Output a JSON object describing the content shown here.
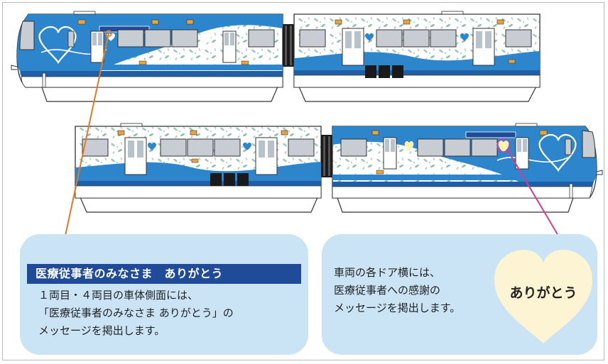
{
  "callouts": {
    "left": {
      "heading": "医療従事者のみなさま　ありがとう",
      "lines": [
        "１両目・４両目の車体側面には、",
        "「医療従事者のみなさま ありがとう」の",
        "メッセージを掲出します。"
      ]
    },
    "right": {
      "lines": [
        "車両の各ドア横には、",
        "医療従事者への感謝の",
        "メッセージを掲出します。"
      ],
      "heart_label": "ありがとう"
    }
  },
  "colors": {
    "body_blue": "#2d86cc",
    "heading_navy": "#1f4b99",
    "callout_bg": "#cbe4f5",
    "leader_left": "#e87722",
    "leader_right": "#d63a8e",
    "heart_fill": "#fcf4d3"
  }
}
